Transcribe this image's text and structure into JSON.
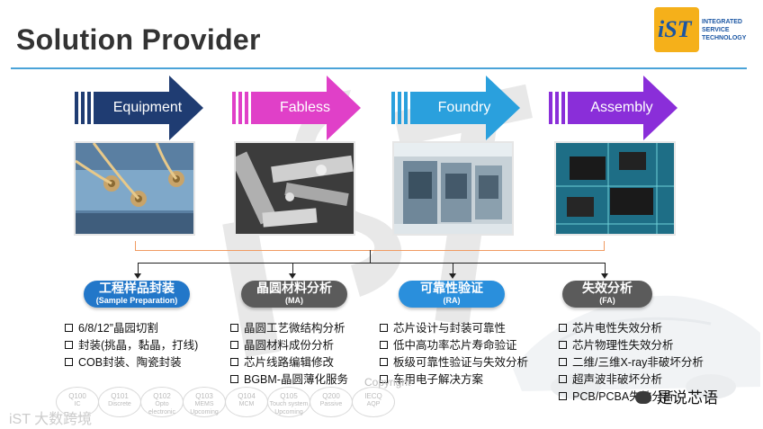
{
  "header": {
    "title": "Solution Provider"
  },
  "logo": {
    "mark": "iST",
    "lines": [
      "INTEGRATED",
      "SERVICE",
      "TECHNOLOGY"
    ]
  },
  "stages": [
    {
      "label": "Equipment",
      "color": "#1f3c72",
      "photo": "wire-bonding"
    },
    {
      "label": "Fabless",
      "color": "#e040c8",
      "photo": "microstructure"
    },
    {
      "label": "Foundry",
      "color": "#2aa0dd",
      "photo": "test-chambers"
    },
    {
      "label": "Assembly",
      "color": "#8a2ed9",
      "photo": "circuit-board"
    }
  ],
  "services": [
    {
      "title": "工程样品封装",
      "sub": "(Sample Preparation)",
      "color": "#2277c9",
      "items": [
        "6/8/12”晶园切割",
        "封装(挑晶，黏晶，打线)",
        "COB封装、陶瓷封装"
      ]
    },
    {
      "title": "晶圆材料分析",
      "sub": "(MA)",
      "color": "#5b5b5b",
      "items": [
        "晶圆工艺微结构分析",
        "晶圆材料成份分析",
        "芯片线路编辑修改",
        "BGBM-晶圆薄化服务"
      ]
    },
    {
      "title": "可靠性验证",
      "sub": "(RA)",
      "color": "#2a8fdc",
      "items": [
        "芯片设计与封装可靠性",
        "低中高功率芯片寿命验证",
        "板级可靠性验证与失效分析",
        "车用电子解决方案"
      ]
    },
    {
      "title": "失效分析",
      "sub": "(FA)",
      "color": "#5b5b5b",
      "items": [
        "芯片电性失效分析",
        "芯片物理性失效分析",
        "二维/三维X-ray非破坏分析",
        "超声波非破坏分析",
        "PCB/PCBA失效分析"
      ]
    }
  ],
  "standards": [
    {
      "code": "Q100",
      "desc": "IC"
    },
    {
      "code": "Q101",
      "desc": "Discrete"
    },
    {
      "code": "Q102",
      "desc": "Opto electronic"
    },
    {
      "code": "Q103",
      "desc": "MEMS Upcoming"
    },
    {
      "code": "Q104",
      "desc": "MCM"
    },
    {
      "code": "Q105",
      "desc": "Touch system Upcoming"
    },
    {
      "code": "Q200",
      "desc": "Passive"
    },
    {
      "code": "IECQ",
      "desc": "AQP"
    }
  ],
  "copyright": "Copyright",
  "footer": {
    "left": "iST 大数跨境",
    "right": "是说芯语"
  }
}
